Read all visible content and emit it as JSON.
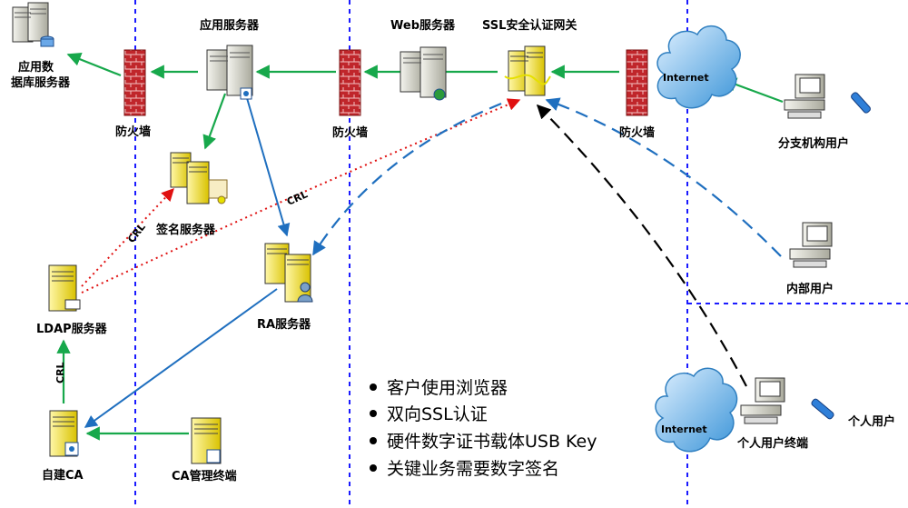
{
  "nodes": {
    "app_db": "应用数",
    "app_db_2": "据库服务器",
    "app_server": "应用服务器",
    "web_server": "Web服务器",
    "ssl_gateway": "SSL安全认证网关",
    "firewall_1": "防火墙",
    "firewall_2": "防火墙",
    "firewall_3": "防火墙",
    "internet_top": "Internet",
    "internet_bottom": "Internet",
    "branch_user": "分支机构用户",
    "internal_user": "内部用户",
    "sign_server": "签名服务器",
    "ldap_server": "LDAP服务器",
    "ra_server": "RA服务器",
    "self_ca": "自建CA",
    "ca_terminal": "CA管理终端",
    "personal_terminal": "个人用户终端",
    "personal_user": "个人用户"
  },
  "edge_labels": {
    "crl_1": "CRL",
    "crl_2": "CRL",
    "crl_3": "CRL"
  },
  "bullets": [
    "客户使用浏览器",
    "双向SSL认证",
    "硬件数字证书载体USB Key",
    "关键业务需要数字签名"
  ],
  "colors": {
    "zone_divider": "#1a1aff",
    "arrow_green": "#17a84b",
    "arrow_blue": "#1f6fbf",
    "arrow_red_dotted": "#e01010",
    "arrow_blue_dashed": "#1f6fbf",
    "arrow_black_dashed": "#000000",
    "firewall": "#c0262b",
    "server_yellow": "#f2dc1c",
    "cloud": "#4aa8e8"
  }
}
